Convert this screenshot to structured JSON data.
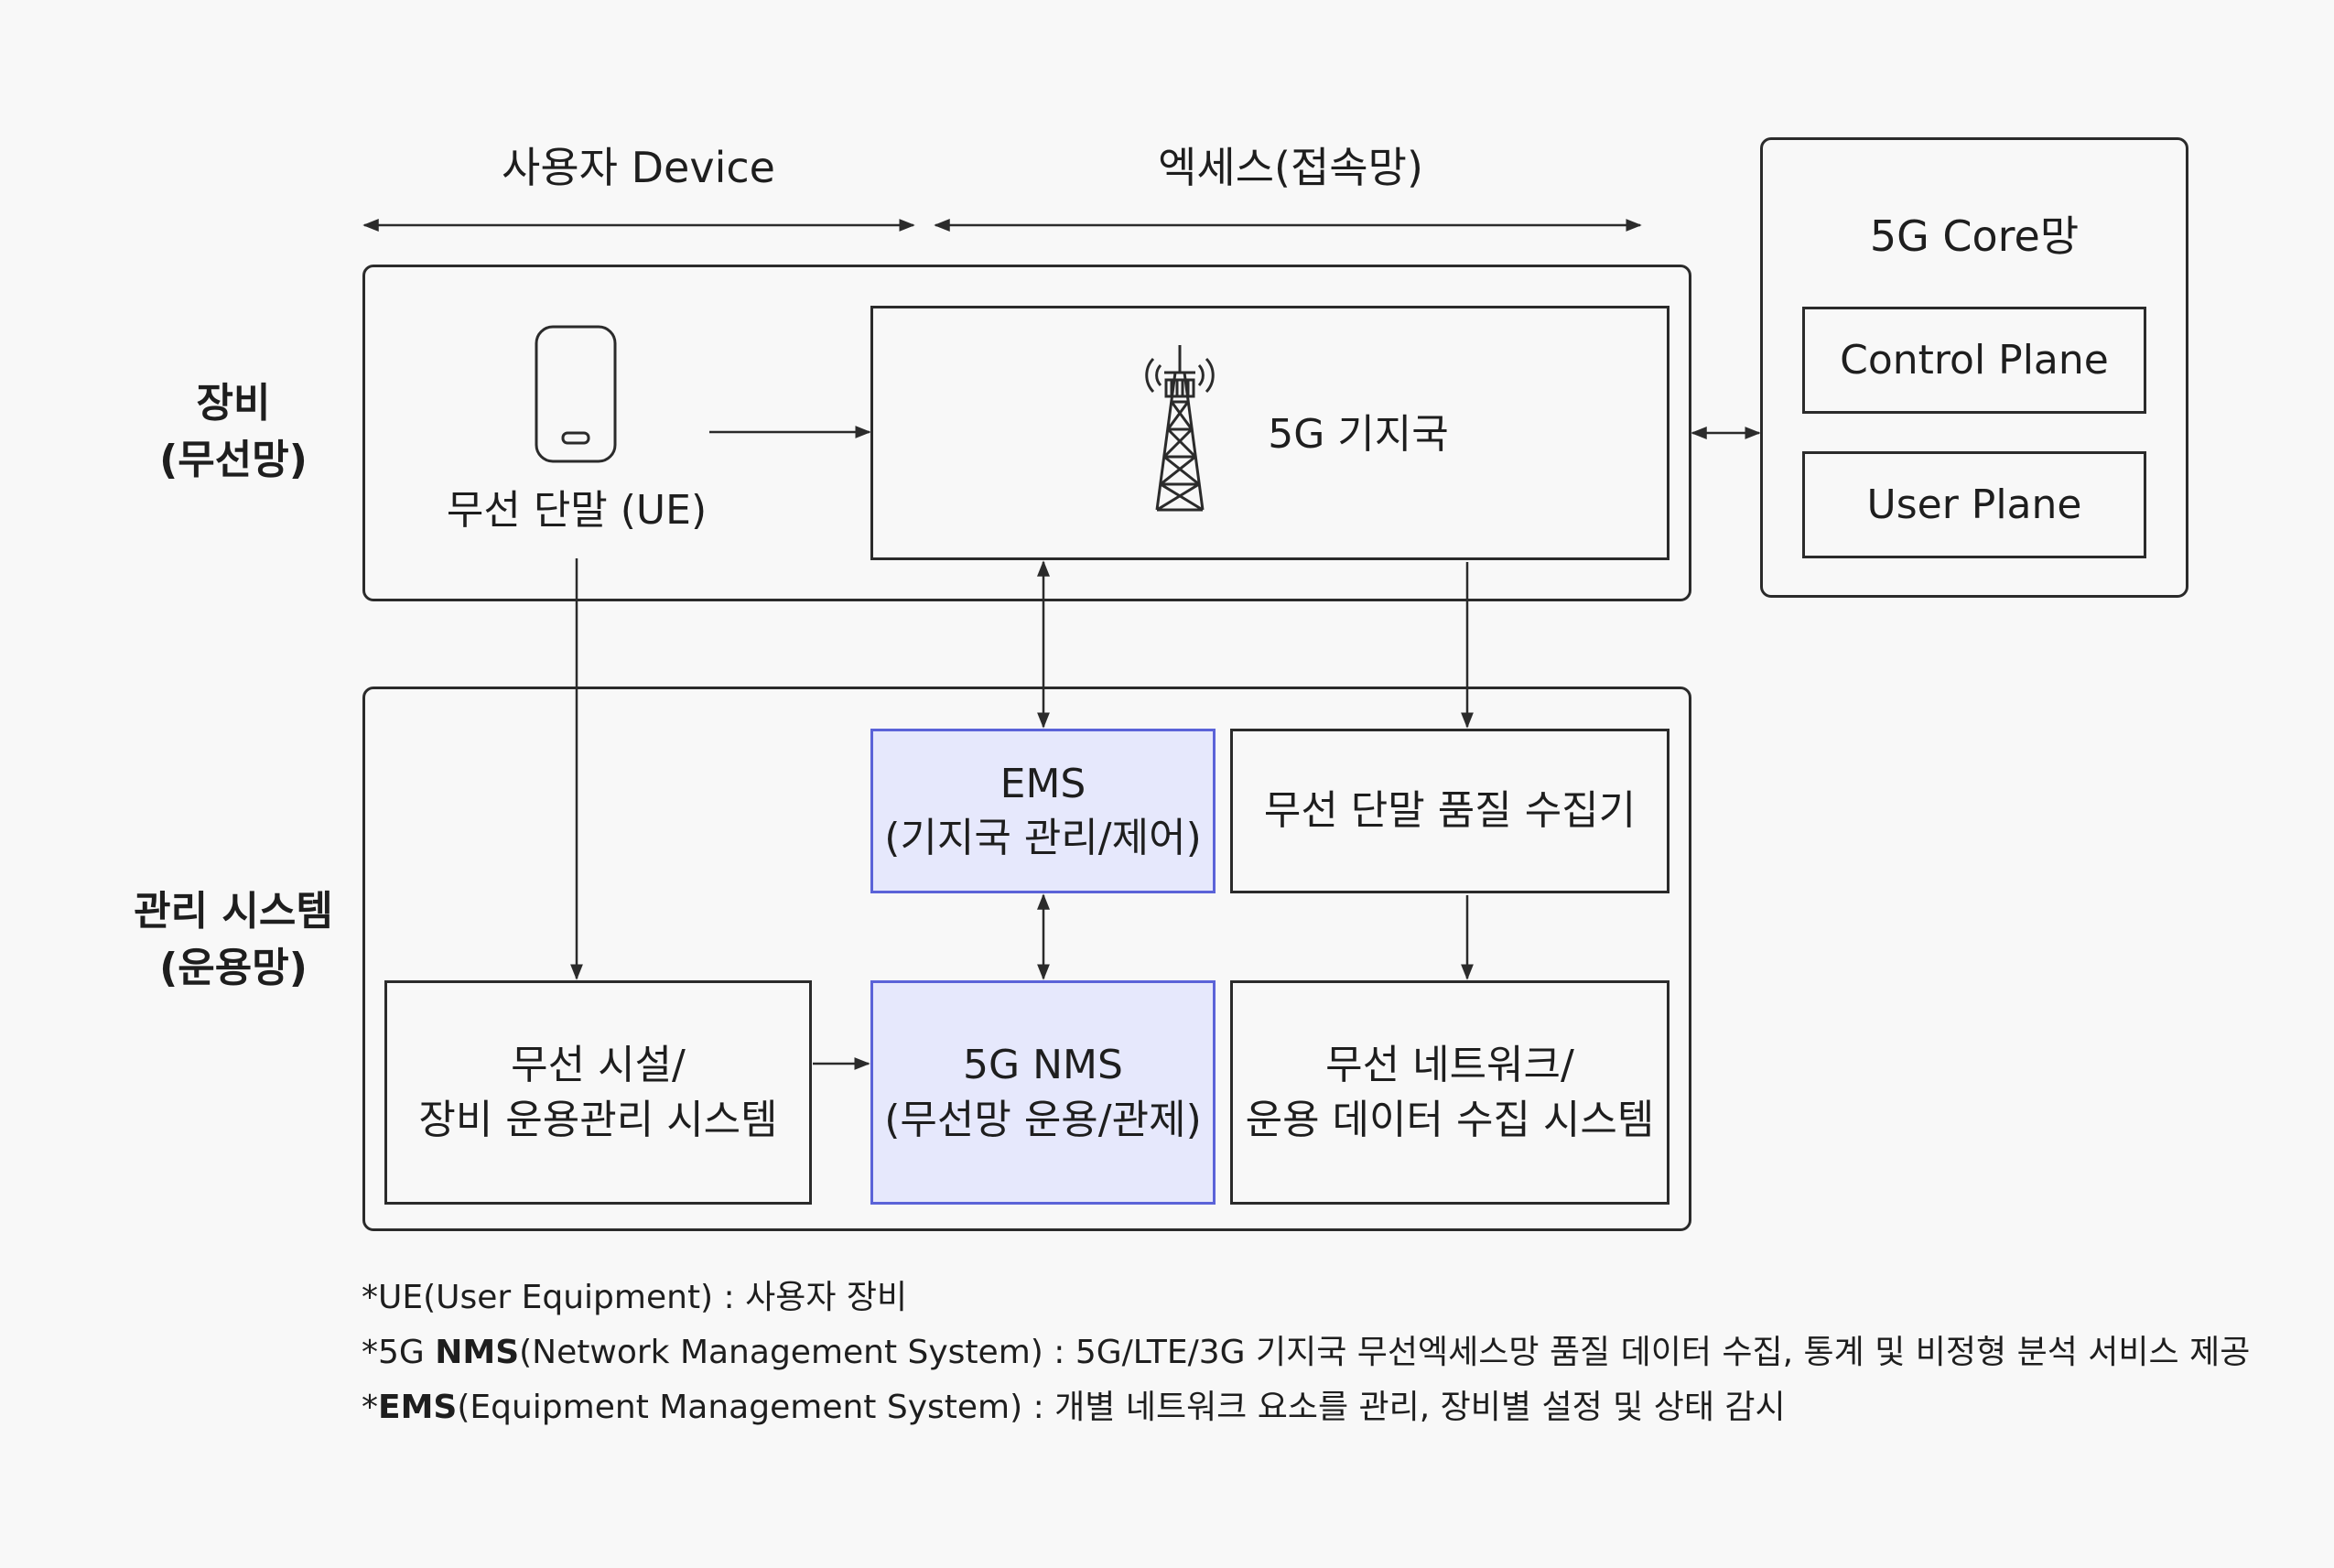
{
  "header": {
    "user_device": "사용자 Device",
    "access": "엑세스(접속망)"
  },
  "side_labels": {
    "equipment_line1": "장비",
    "equipment_line2": "(무선망)",
    "mgmt_line1": "관리 시스템",
    "mgmt_line2": "(운용망)"
  },
  "ue": {
    "label": "무선 단말 (UE)",
    "icon": "mobile-phone-icon"
  },
  "base_station": {
    "label": "5G 기지국",
    "icon": "cell-tower-icon"
  },
  "core": {
    "title": "5G Core망",
    "control_plane": "Control Plane",
    "user_plane": "User Plane"
  },
  "ems": {
    "line1": "EMS",
    "line2": "(기지국 관리/제어)"
  },
  "collector": {
    "label": "무선 단말 품질 수집기"
  },
  "facility": {
    "line1": "무선 시설/",
    "line2": "장비 운용관리 시스템"
  },
  "nms": {
    "line1": "5G NMS",
    "line2": "(무선망 운용/관제)"
  },
  "network_data": {
    "line1": "무선 네트워크/",
    "line2": "운용 데이터 수집 시스템"
  },
  "notes": {
    "n1": "*UE(User Equipment) : 사용자 장비",
    "n2_prefix": "*5G ",
    "n2_bold": "NMS",
    "n2_rest": "(Network Management System) : 5G/LTE/3G 기지국 무선엑세스망 품질 데이터 수집, 통계 및 비정형 분석 서비스 제공",
    "n3_prefix": "*",
    "n3_bold": "EMS",
    "n3_rest": "(Equipment Management System) : 개별 네트워크 요소를 관리, 장비별 설정 및 상태 감시"
  },
  "colors": {
    "line": "#2b2b2b",
    "highlight_border": "#5b63d8",
    "highlight_fill": "#e6e8fc",
    "background": "#f8f8f8"
  }
}
